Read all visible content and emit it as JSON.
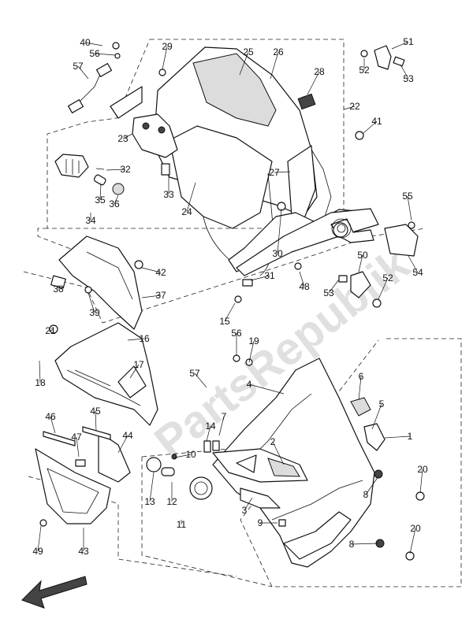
{
  "watermark": "PartsRepublik",
  "callouts": [
    "1",
    "2",
    "3",
    "4",
    "5",
    "6",
    "7",
    "8",
    "8",
    "9",
    "10",
    "11",
    "12",
    "13",
    "14",
    "15",
    "16",
    "17",
    "18",
    "19",
    "20",
    "20",
    "21",
    "22",
    "23",
    "24",
    "25",
    "26",
    "27",
    "28",
    "29",
    "30",
    "31",
    "32",
    "33",
    "34",
    "35",
    "36",
    "37",
    "38",
    "39",
    "40",
    "41",
    "42",
    "43",
    "44",
    "45",
    "46",
    "47",
    "48",
    "49",
    "50",
    "51",
    "52",
    "52",
    "53",
    "53",
    "54",
    "55",
    "56",
    "56",
    "57",
    "57"
  ],
  "icons": {
    "direction": "arrow-front-icon",
    "logo": "gear-logo-icon"
  }
}
